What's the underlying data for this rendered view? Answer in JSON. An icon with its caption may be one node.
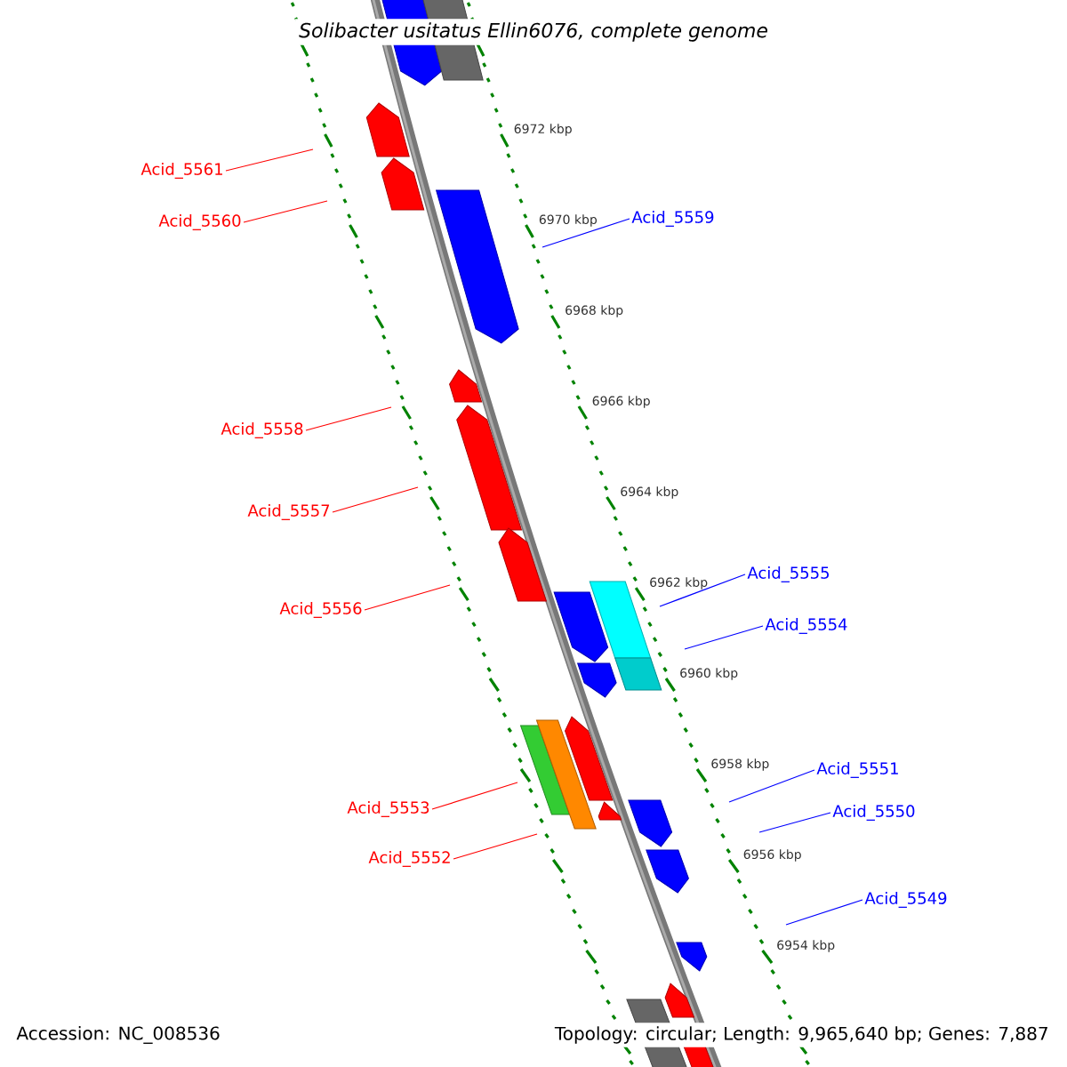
{
  "diagram": {
    "title": "Solibacter usitatus Ellin6076, complete genome",
    "nodes": [
      {
        "text": [
          "Acid_5561"
        ]
      },
      {
        "text": [
          "Acid_5559"
        ]
      },
      {
        "text": [
          "Acid_5560"
        ]
      },
      {
        "text": [
          "Acid_5558"
        ]
      },
      {
        "text": [
          "Acid_5557"
        ]
      },
      {
        "text": [
          "Acid_5555"
        ]
      },
      {
        "text": [
          "Acid_5556"
        ]
      },
      {
        "text": [
          "Acid_5554"
        ]
      },
      {
        "text": [
          "Acid_5551"
        ]
      },
      {
        "text": [
          "Acid_5553"
        ]
      },
      {
        "text": [
          "Acid_5550"
        ]
      },
      {
        "text": [
          "Acid_5552"
        ]
      },
      {
        "text": [
          "Acid_5549"
        ]
      }
    ],
    "edges": [
      {
        "from": 0,
        "to": null,
        "arrow": "none",
        "color": "#ff0000"
      },
      {
        "from": 1,
        "to": null,
        "arrow": "none",
        "color": "#0000ff"
      },
      {
        "from": 2,
        "to": null,
        "arrow": "none",
        "color": "#ff0000"
      },
      {
        "from": 3,
        "to": null,
        "arrow": "none",
        "color": "#ff0000"
      },
      {
        "from": 4,
        "to": null,
        "arrow": "none",
        "color": "#ff0000"
      },
      {
        "from": 5,
        "to": null,
        "arrow": "none",
        "color": "#0000ff"
      },
      {
        "from": 6,
        "to": null,
        "arrow": "none",
        "color": "#ff0000"
      },
      {
        "from": 7,
        "to": null,
        "arrow": "none",
        "color": "#0000ff"
      },
      {
        "from": 8,
        "to": null,
        "arrow": "none",
        "color": "#0000ff"
      },
      {
        "from": 9,
        "to": null,
        "arrow": "none",
        "color": "#ff0000"
      },
      {
        "from": 10,
        "to": null,
        "arrow": "none",
        "color": "#0000ff"
      },
      {
        "from": 11,
        "to": null,
        "arrow": "none",
        "color": "#ff0000"
      },
      {
        "from": 12,
        "to": null,
        "arrow": "none",
        "color": "#0000ff"
      }
    ],
    "labels": [
      "6972 kbp",
      "6970 kbp",
      "6968 kbp",
      "6966 kbp",
      "6964 kbp",
      "6962 kbp",
      "6960 kbp",
      "6958 kbp",
      "6956 kbp",
      "6954 kbp",
      "Accession: NC_008536",
      "Topology: circular; Length: 9,965,640 bp; Genes: 7,887"
    ]
  }
}
